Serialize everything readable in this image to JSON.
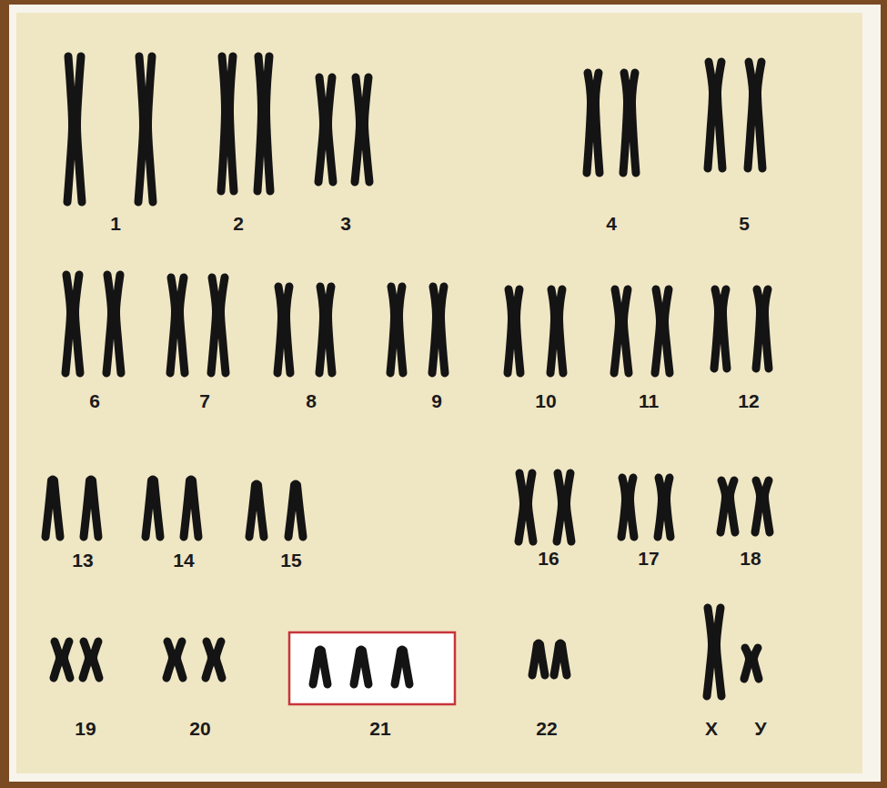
{
  "diagram": {
    "labels": [
      "1",
      "2",
      "3",
      "4",
      "5",
      "6",
      "7",
      "8",
      "9",
      "10",
      "11",
      "12",
      "13",
      "14",
      "15",
      "16",
      "17",
      "18",
      "19",
      "20",
      "21",
      "22",
      "X",
      "У"
    ]
  }
}
